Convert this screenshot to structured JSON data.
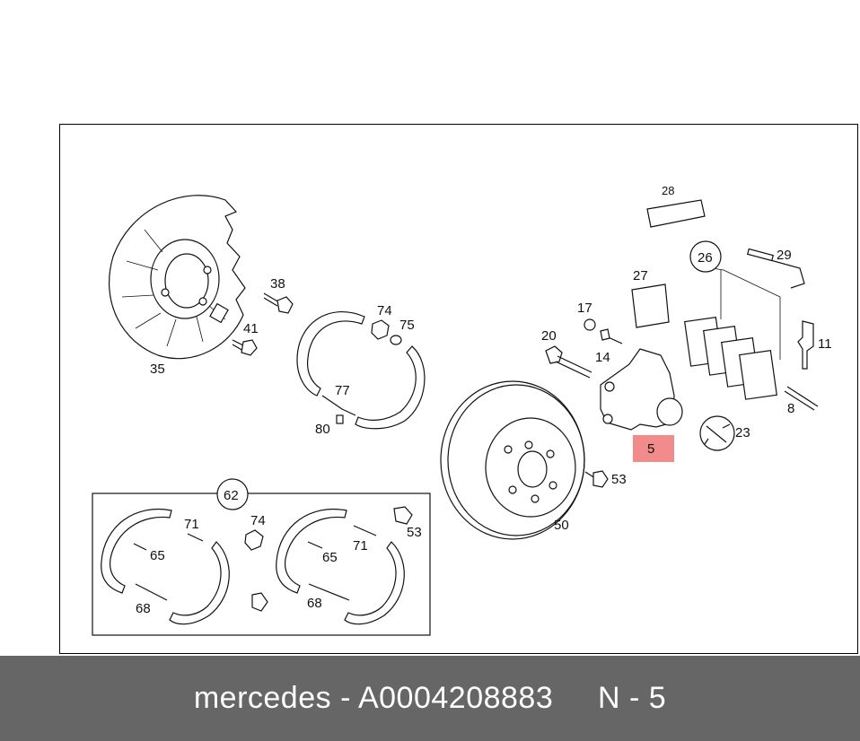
{
  "labels": {
    "l35": "35",
    "l38": "38",
    "l41": "41",
    "l74a": "74",
    "l75": "75",
    "l77": "77",
    "l80": "80",
    "l28": "28",
    "l26": "26",
    "l29": "29",
    "l27": "27",
    "l17": "17",
    "l20": "20",
    "l14": "14",
    "l11": "11",
    "l8": "8",
    "l23": "23",
    "l5": "5",
    "l53a": "53",
    "l50": "50",
    "l62": "62",
    "l71a": "71",
    "l74b": "74",
    "l53b": "53",
    "l65a": "65",
    "l65b": "65",
    "l71b": "71",
    "l68a": "68",
    "l68b": "68"
  },
  "highlight_color": "#f28b8b",
  "footer": {
    "text": "mercedes - A0004208883     N - 5"
  }
}
